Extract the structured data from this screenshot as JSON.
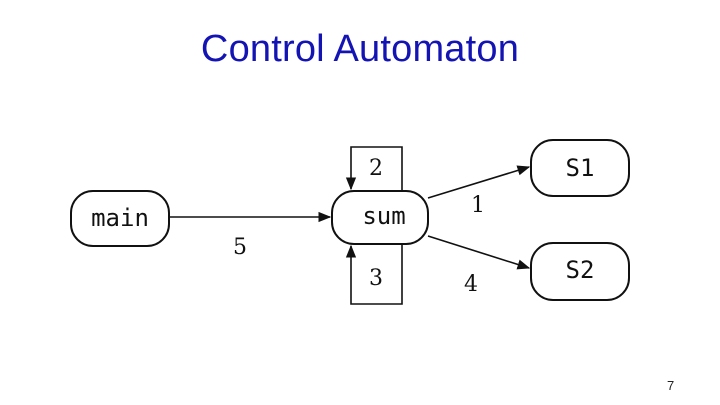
{
  "slide": {
    "title": "Control Automaton",
    "page_number": "7"
  },
  "diagram": {
    "nodes": [
      {
        "id": "main",
        "label": "main"
      },
      {
        "id": "sum",
        "label": "sum"
      },
      {
        "id": "s1",
        "label": "S1"
      },
      {
        "id": "s2",
        "label": "S2"
      }
    ],
    "edges": [
      {
        "from": "main",
        "to": "sum",
        "label": "5"
      },
      {
        "from": "sum",
        "to": "sum",
        "label": "2",
        "kind": "self-loop-top"
      },
      {
        "from": "sum",
        "to": "sum",
        "label": "3",
        "kind": "self-loop-bottom"
      },
      {
        "from": "sum",
        "to": "s1",
        "label": "1"
      },
      {
        "from": "sum",
        "to": "s2",
        "label": "4"
      }
    ]
  }
}
